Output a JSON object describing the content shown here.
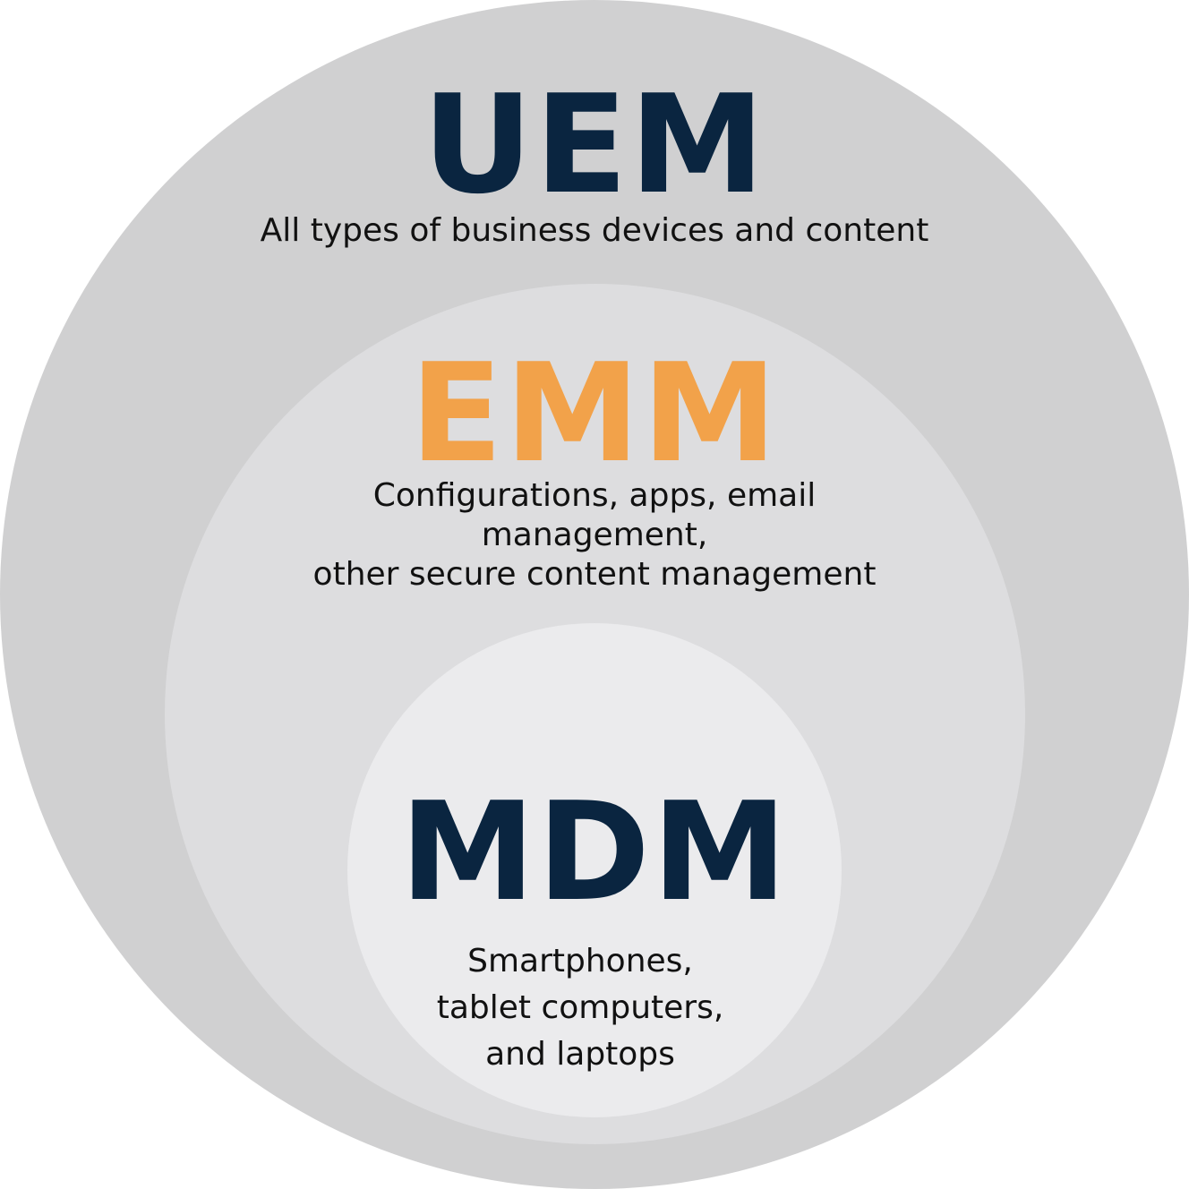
{
  "colors": {
    "outer_circle": "#d0d0d1",
    "middle_circle": "#dddddf",
    "inner_circle": "#ebebed",
    "dark_navy": "#0a2540",
    "orange": "#f2a24a"
  },
  "uem": {
    "title": "UEM",
    "description": "All types of business devices and content"
  },
  "emm": {
    "title": "EMM",
    "description_lines": [
      "Configurations, apps, email",
      "management,",
      "other secure content management"
    ]
  },
  "mdm": {
    "title": "MDM",
    "description_lines": [
      "Smartphones,",
      "tablet computers,",
      "and laptops"
    ]
  }
}
